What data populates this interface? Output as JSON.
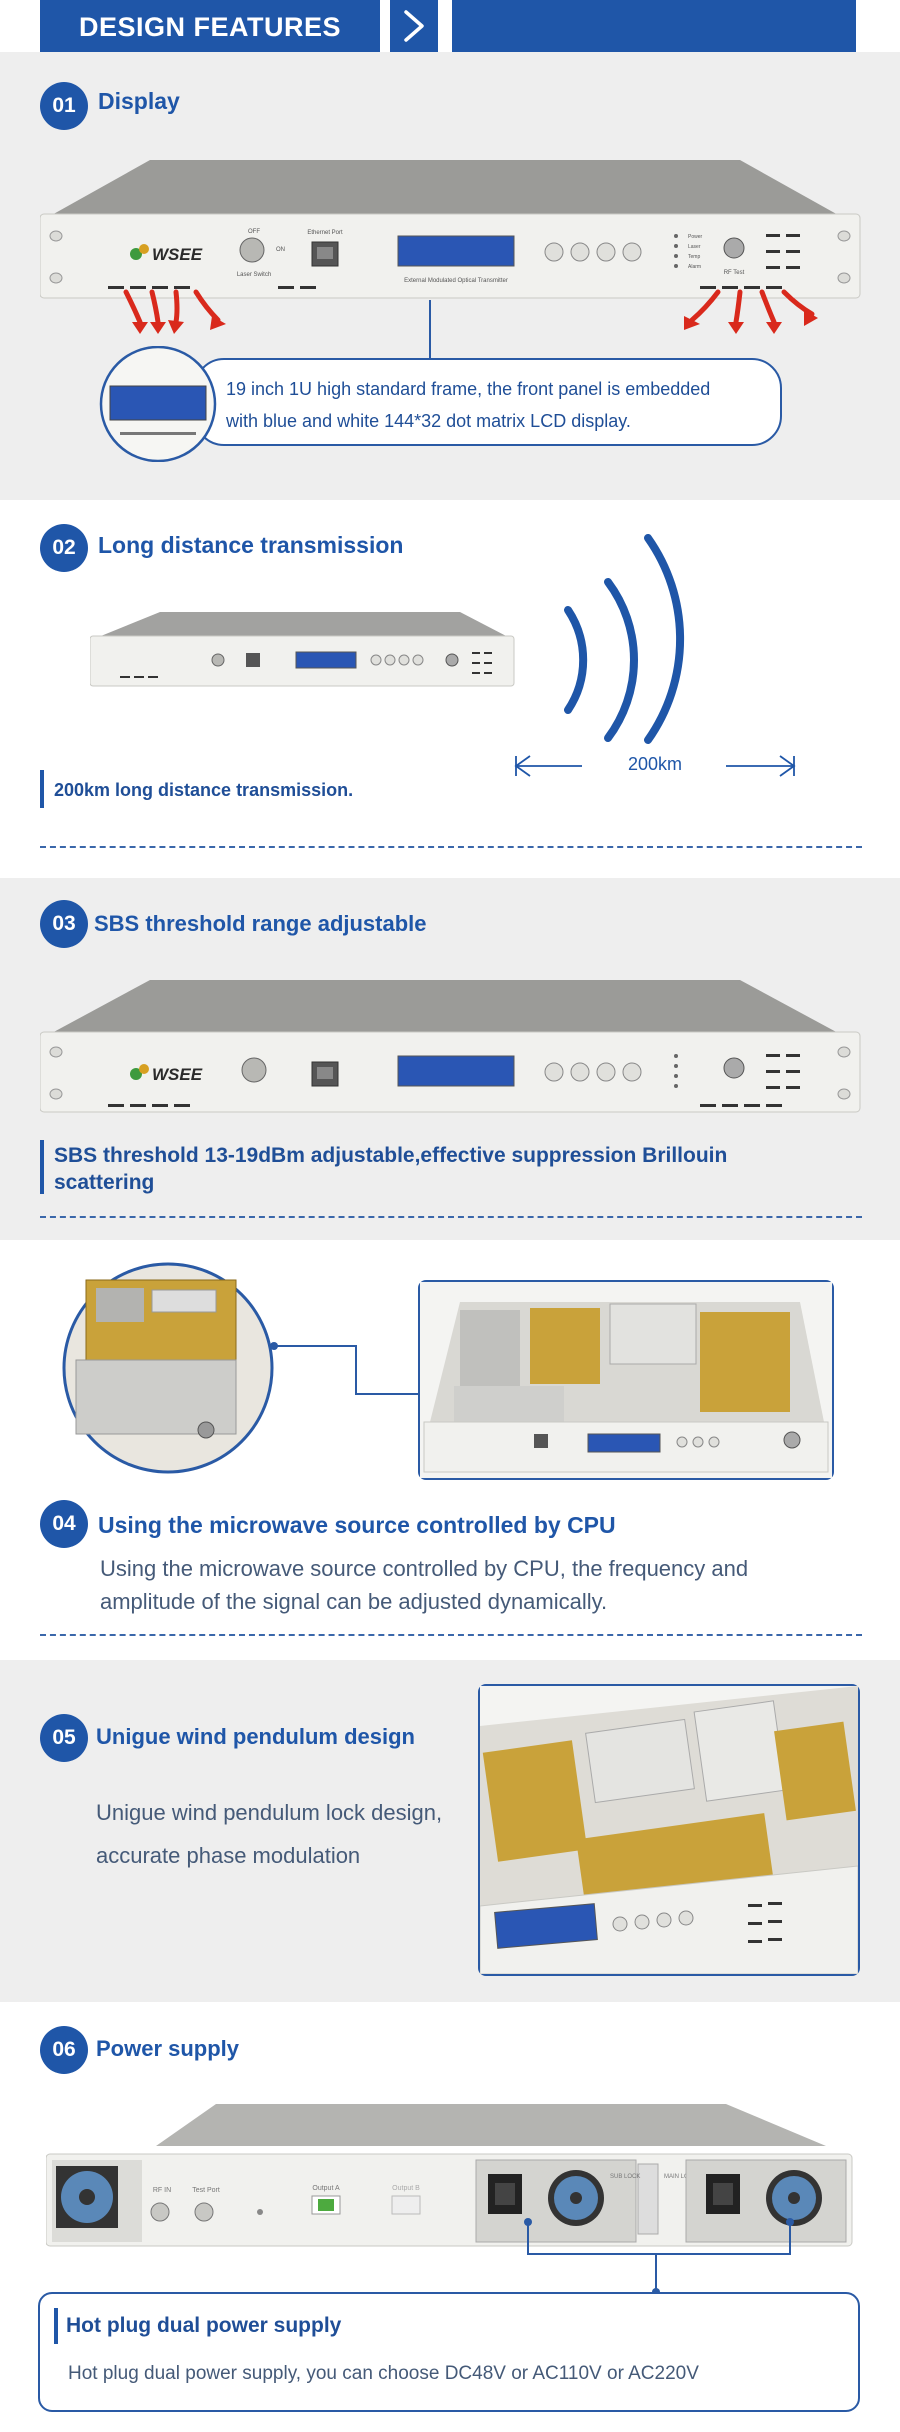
{
  "header": {
    "title": "DESIGN FEATURES"
  },
  "sections": [
    {
      "num": "01",
      "title": "Display",
      "callout_line1": "19 inch 1U high standard frame, the front panel is embedded",
      "callout_line2": "with blue and white 144*32 dot matrix LCD display.",
      "device": {
        "brand": "WSEE",
        "key_off": "OFF",
        "key_on": "ON",
        "laser_switch": "Laser Switch",
        "ethernet": "Ethernet Port",
        "model": "External Modulated Optical Transmitter",
        "rf_test": "RF Test",
        "leds": [
          "Power",
          "Laser",
          "Temp",
          "Alarm"
        ]
      }
    },
    {
      "num": "02",
      "title": "Long distance transmission",
      "distance": "200km",
      "caption": "200km long distance transmission."
    },
    {
      "num": "03",
      "title": "SBS threshold range adjustable",
      "caption_line1": "SBS threshold 13-19dBm adjustable,effective suppression Brillouin",
      "caption_line2": "scattering"
    },
    {
      "num": "04",
      "title": "Using the microwave source controlled by CPU",
      "line1": "Using the microwave source controlled by CPU, the frequency and",
      "line2": "amplitude of the signal can be adjusted dynamically."
    },
    {
      "num": "05",
      "title": "Unigue wind pendulum design",
      "line1": "Unigue wind pendulum lock design,",
      "line2": "accurate phase modulation"
    },
    {
      "num": "06",
      "title": "Power supply",
      "box_title": "Hot plug dual power supply",
      "box_text": "Hot plug dual power supply, you can choose DC48V or AC110V or AC220V",
      "rear": {
        "rf_in": "RF IN",
        "test_port": "Test Port",
        "output_a": "Output A",
        "output_b": "Output B",
        "sub_lock": "SUB LOCK",
        "main_lock": "MAIN LOCK"
      }
    }
  ],
  "colors": {
    "brand_blue": "#1f56a8",
    "grey_band": "#eeeeee",
    "text_grey": "#455a78",
    "arrow_red": "#d9291c"
  }
}
